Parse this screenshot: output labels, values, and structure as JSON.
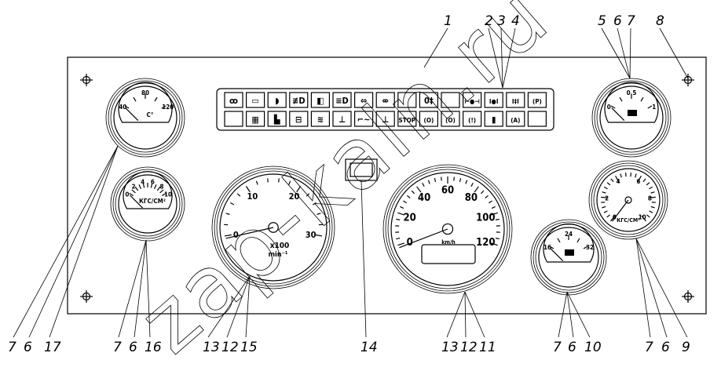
{
  "watermark": "zap-kaln.ru",
  "callouts_top": [
    "1",
    "2",
    "3",
    "4",
    "5",
    "6",
    "7",
    "8"
  ],
  "callouts_bottom": [
    "7",
    "6",
    "17",
    "7",
    "6",
    "16",
    "13",
    "12",
    "15",
    "14",
    "13",
    "12",
    "11",
    "7",
    "6",
    "10",
    "7",
    "6",
    "9"
  ],
  "warning_lamps": {
    "row1": [
      {
        "icon": "glow-plug-icon",
        "glyph": "ꝏ"
      },
      {
        "icon": "trailer-icon",
        "glyph": "▭"
      },
      {
        "icon": "high-beam-icon",
        "glyph": "◗"
      },
      {
        "icon": "rear-fog-icon",
        "glyph": "≢D"
      },
      {
        "icon": "headlight-icon",
        "glyph": "◧"
      },
      {
        "icon": "low-beam-icon",
        "glyph": "≡D"
      },
      {
        "icon": "turn-signal-icon",
        "glyph": "⇔"
      },
      {
        "icon": "trailer-turn-signal-icon",
        "glyph": "⇎"
      },
      {
        "icon": "blank-lamp-icon",
        "glyph": ""
      },
      {
        "icon": "fog-light-icon",
        "glyph": "0‡"
      },
      {
        "icon": "blank-lamp-icon",
        "glyph": ""
      },
      {
        "icon": "differential-lock-icon",
        "glyph": "⊢●⊣"
      },
      {
        "icon": "axle-lock-icon",
        "glyph": "I●I"
      },
      {
        "icon": "interaxle-lock-icon",
        "glyph": "I‡I"
      },
      {
        "icon": "parking-brake-icon",
        "glyph": "(P)"
      }
    ],
    "row2": [
      {
        "icon": "blank-lamp-icon",
        "glyph": ""
      },
      {
        "icon": "air-filter-icon",
        "glyph": "▦"
      },
      {
        "icon": "cab-lock-icon",
        "glyph": "▙"
      },
      {
        "icon": "battery-charge-icon",
        "glyph": "⊟"
      },
      {
        "icon": "oil-filter-icon",
        "glyph": "≋"
      },
      {
        "icon": "coolant-temp-icon",
        "glyph": "⊥"
      },
      {
        "icon": "oil-pressure-icon",
        "glyph": "⌐~"
      },
      {
        "icon": "coolant-level-icon",
        "glyph": "⊥"
      },
      {
        "icon": "stop-icon",
        "glyph": "STOP"
      },
      {
        "icon": "brake-fault-icon",
        "glyph": "(O)"
      },
      {
        "icon": "brake-pad-icon",
        "glyph": "(O)"
      },
      {
        "icon": "brake-warning-icon",
        "glyph": "(!)"
      },
      {
        "icon": "fuel-reserve-icon",
        "glyph": "▮"
      },
      {
        "icon": "abs-icon",
        "glyph": "(A)"
      },
      {
        "icon": "blank-lamp-icon",
        "glyph": ""
      }
    ]
  },
  "gauges": {
    "coolant_temp": {
      "scale": [
        "40",
        "80",
        "120"
      ],
      "unit": "C°",
      "needle_fraction": 0
    },
    "oil_pressure": {
      "scale": [
        "0",
        "2",
        "4",
        "6",
        "8",
        "10"
      ],
      "unit": "КГС/СМ²",
      "needle_fraction": 0
    },
    "tachometer": {
      "scale": [
        "0",
        "10",
        "20",
        "30"
      ],
      "unit": "x100",
      "unit2": "min⁻¹",
      "needle_fraction": 0
    },
    "speedometer": {
      "scale": [
        "0",
        "20",
        "40",
        "60",
        "80",
        "100",
        "120"
      ],
      "unit": "km/h",
      "needle_fraction": 0
    },
    "voltmeter": {
      "scale": [
        "16",
        "24",
        "32"
      ],
      "icon": "battery-icon",
      "needle_fraction": 0
    },
    "fuel_level": {
      "scale": [
        "0",
        "0.5",
        "1"
      ],
      "icon": "fuel-icon",
      "needle_fraction": 0
    },
    "air_pressure": {
      "scale": [
        "0",
        "2",
        "4",
        "6",
        "8",
        "10"
      ],
      "unit": "КГС/СМ²",
      "needle_fraction": 0
    }
  }
}
